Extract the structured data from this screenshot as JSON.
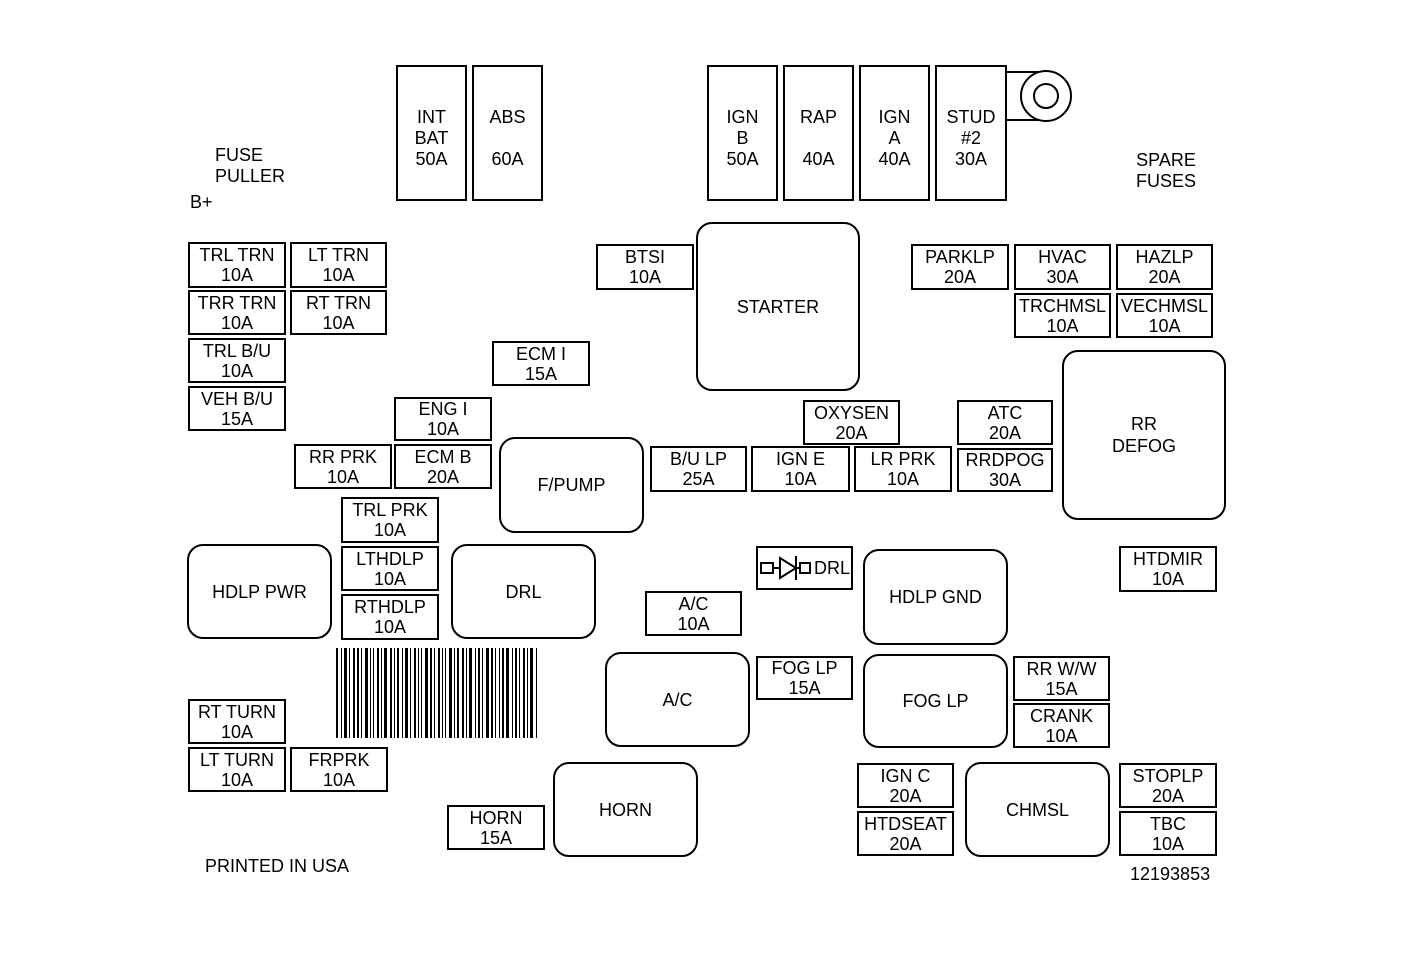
{
  "labels": {
    "fuse_puller": [
      "FUSE",
      "PULLER"
    ],
    "b_plus": "B+",
    "spare_fuses": [
      "SPARE",
      "FUSES"
    ],
    "printed": "PRINTED IN USA",
    "part_number": "12193853"
  },
  "maxi_fuses": [
    {
      "id": "int-bat",
      "lines": [
        "INT",
        "BAT",
        "50A"
      ]
    },
    {
      "id": "abs",
      "lines": [
        "ABS",
        "",
        "60A"
      ]
    },
    {
      "id": "ign-b",
      "lines": [
        "IGN",
        "B",
        "50A"
      ]
    },
    {
      "id": "rap",
      "lines": [
        "RAP",
        "",
        "40A"
      ]
    },
    {
      "id": "ign-a",
      "lines": [
        "IGN",
        "A",
        "40A"
      ]
    },
    {
      "id": "stud-2",
      "lines": [
        "STUD",
        "#2",
        "30A"
      ]
    }
  ],
  "fuses": [
    {
      "id": "trl-trn",
      "name": "TRL TRN",
      "rating": "10A"
    },
    {
      "id": "lt-trn",
      "name": "LT TRN",
      "rating": "10A"
    },
    {
      "id": "trr-trn",
      "name": "TRR TRN",
      "rating": "10A"
    },
    {
      "id": "rt-trn",
      "name": "RT TRN",
      "rating": "10A"
    },
    {
      "id": "trl-bu",
      "name": "TRL B/U",
      "rating": "10A"
    },
    {
      "id": "veh-bu",
      "name": "VEH B/U",
      "rating": "15A"
    },
    {
      "id": "btsi",
      "name": "BTSI",
      "rating": "10A"
    },
    {
      "id": "ecm-i",
      "name": "ECM I",
      "rating": "15A"
    },
    {
      "id": "eng-i",
      "name": "ENG I",
      "rating": "10A"
    },
    {
      "id": "rr-prk",
      "name": "RR PRK",
      "rating": "10A"
    },
    {
      "id": "ecm-b",
      "name": "ECM B",
      "rating": "20A"
    },
    {
      "id": "trl-prk",
      "name": "TRL PRK",
      "rating": "10A"
    },
    {
      "id": "lthdlp",
      "name": "LTHDLP",
      "rating": "10A"
    },
    {
      "id": "rthdlp",
      "name": "RTHDLP",
      "rating": "10A"
    },
    {
      "id": "parklp",
      "name": "PARKLP",
      "rating": "20A"
    },
    {
      "id": "hvac",
      "name": "HVAC",
      "rating": "30A"
    },
    {
      "id": "hazlp",
      "name": "HAZLP",
      "rating": "20A"
    },
    {
      "id": "trchmsl",
      "name": "TRCHMSL",
      "rating": "10A"
    },
    {
      "id": "vechmsl",
      "name": "VECHMSL",
      "rating": "10A"
    },
    {
      "id": "oxysen",
      "name": "OXYSEN",
      "rating": "20A"
    },
    {
      "id": "atc",
      "name": "ATC",
      "rating": "20A"
    },
    {
      "id": "bu-lp",
      "name": "B/U LP",
      "rating": "25A"
    },
    {
      "id": "ign-e",
      "name": "IGN E",
      "rating": "10A"
    },
    {
      "id": "lr-prk",
      "name": "LR PRK",
      "rating": "10A"
    },
    {
      "id": "rrdpog",
      "name": "RRDPOG",
      "rating": "30A"
    },
    {
      "id": "htdmir",
      "name": "HTDMIR",
      "rating": "10A"
    },
    {
      "id": "ac-fuse",
      "name": "A/C",
      "rating": "10A"
    },
    {
      "id": "fog-lp-fuse",
      "name": "FOG LP",
      "rating": "15A"
    },
    {
      "id": "rr-ww",
      "name": "RR W/W",
      "rating": "15A"
    },
    {
      "id": "crank",
      "name": "CRANK",
      "rating": "10A"
    },
    {
      "id": "rt-turn",
      "name": "RT TURN",
      "rating": "10A"
    },
    {
      "id": "lt-turn",
      "name": "LT TURN",
      "rating": "10A"
    },
    {
      "id": "frprk",
      "name": "FRPRK",
      "rating": "10A"
    },
    {
      "id": "horn-fuse",
      "name": "HORN",
      "rating": "15A"
    },
    {
      "id": "ign-c",
      "name": "IGN C",
      "rating": "20A"
    },
    {
      "id": "htdseat",
      "name": "HTDSEAT",
      "rating": "20A"
    },
    {
      "id": "stoplp",
      "name": "STOPLP",
      "rating": "20A"
    },
    {
      "id": "tbc",
      "name": "TBC",
      "rating": "10A"
    }
  ],
  "relays": [
    {
      "id": "starter",
      "lines": [
        "STARTER"
      ]
    },
    {
      "id": "rr-defog",
      "lines": [
        "RR",
        "DEFOG"
      ]
    },
    {
      "id": "f-pump",
      "lines": [
        "F/PUMP"
      ]
    },
    {
      "id": "hdlp-pwr",
      "lines": [
        "HDLP PWR"
      ]
    },
    {
      "id": "drl",
      "lines": [
        "DRL"
      ]
    },
    {
      "id": "hdlp-gnd",
      "lines": [
        "HDLP GND"
      ]
    },
    {
      "id": "ac",
      "lines": [
        "A/C"
      ]
    },
    {
      "id": "fog-lp",
      "lines": [
        "FOG LP"
      ]
    },
    {
      "id": "horn",
      "lines": [
        "HORN"
      ]
    },
    {
      "id": "chmsl",
      "lines": [
        "CHMSL"
      ]
    }
  ],
  "diode": {
    "label": "DRL"
  }
}
